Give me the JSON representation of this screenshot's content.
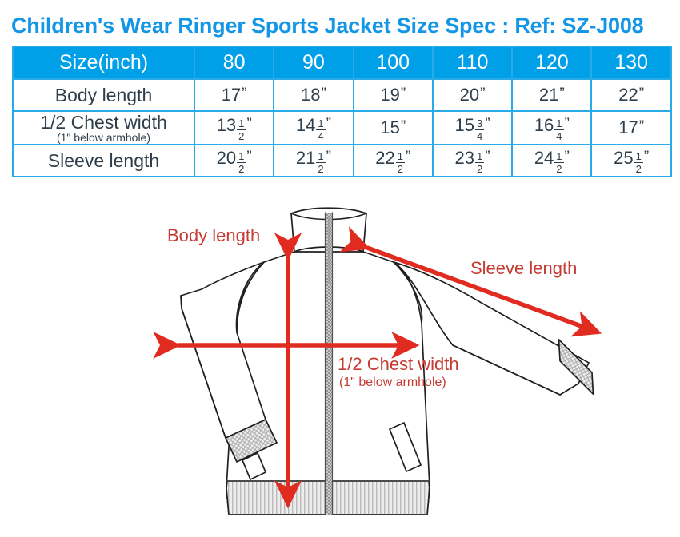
{
  "title": "Children's Wear Ringer Sports Jacket Size Spec  : Ref: SZ-J008",
  "colors": {
    "title_blue": "#1496E6",
    "header_blue": "#00A0E9",
    "border_blue": "#29ABE8",
    "text_dark": "#2F3E4A",
    "annotation_red": "#C63B33",
    "arrow_red": "#E02B20",
    "garment_outline": "#231F20"
  },
  "table": {
    "header": [
      "Size(inch)",
      "80",
      "90",
      "100",
      "110",
      "120",
      "130"
    ],
    "rows": [
      {
        "label": "Body length",
        "sublabel": "",
        "values": [
          {
            "whole": "17",
            "num": "",
            "den": "",
            "unit": "”"
          },
          {
            "whole": "18",
            "num": "",
            "den": "",
            "unit": "”"
          },
          {
            "whole": "19",
            "num": "",
            "den": "",
            "unit": "”"
          },
          {
            "whole": "20",
            "num": "",
            "den": "",
            "unit": "”"
          },
          {
            "whole": "21",
            "num": "",
            "den": "",
            "unit": "”"
          },
          {
            "whole": "22",
            "num": "",
            "den": "",
            "unit": "”"
          }
        ]
      },
      {
        "label": "1/2 Chest width",
        "sublabel": "(1\" below armhole)",
        "values": [
          {
            "whole": "13",
            "num": "1",
            "den": "2",
            "unit": "”"
          },
          {
            "whole": "14",
            "num": "1",
            "den": "4",
            "unit": "”"
          },
          {
            "whole": "15",
            "num": "",
            "den": "",
            "unit": "”"
          },
          {
            "whole": "15",
            "num": "3",
            "den": "4",
            "unit": "”"
          },
          {
            "whole": "16",
            "num": "1",
            "den": "4",
            "unit": "”"
          },
          {
            "whole": "17",
            "num": "",
            "den": "",
            "unit": "”"
          }
        ]
      },
      {
        "label": "Sleeve length",
        "sublabel": "",
        "values": [
          {
            "whole": "20",
            "num": "1",
            "den": "2",
            "unit": "”"
          },
          {
            "whole": "21",
            "num": "1",
            "den": "2",
            "unit": "”"
          },
          {
            "whole": "22",
            "num": "1",
            "den": "2",
            "unit": "”"
          },
          {
            "whole": "23",
            "num": "1",
            "den": "2",
            "unit": "”"
          },
          {
            "whole": "24",
            "num": "1",
            "den": "2",
            "unit": "”"
          },
          {
            "whole": "25",
            "num": "1",
            "den": "2",
            "unit": "”"
          }
        ]
      }
    ]
  },
  "diagram": {
    "garment": "ringer sports jacket, front view technical flat, stand collar, center front zipper, raglan sleeves, ribbed cuffs and hem, welt pockets",
    "annotations": {
      "body_length": "Body length",
      "sleeve_length": "Sleeve length",
      "chest_width_main": "1/2 Chest width",
      "chest_width_sub": "(1\" below armhole)"
    }
  }
}
